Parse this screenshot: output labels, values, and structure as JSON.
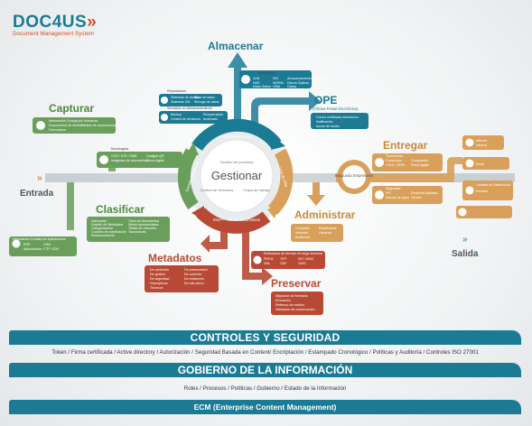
{
  "brand": {
    "logo": "DOC4US",
    "tagline": "Document Management System",
    "accent": "#1b7a94"
  },
  "colors": {
    "green": "#6a9f5b",
    "teal": "#1b7a94",
    "orange": "#d9a05b",
    "red": "#b84a35",
    "gray": "#7b8d96"
  },
  "flow": {
    "entrada": "Entrada",
    "salida": "Salida",
    "center": "Gestionar",
    "center_ring": [
      "Gestión de procesos",
      "Flujos de trabajo",
      "Control de versiones"
    ],
    "ring": {
      "top": "Gestión de email",
      "right": "Ciclo de vida",
      "bottom": "Destrucción de documentos",
      "left": "Gestión de entrada",
      "inner_right": "Ciclo de vida"
    }
  },
  "sections": {
    "almacenar": {
      "title": "Almacenar",
      "boxes": [
        {
          "header": "Tecnologías",
          "items": [
            "SAN",
            "NAS",
            "Nube Online",
            "ISO",
            "WORM",
            "HSM",
            "Almacenamiento Magnético",
            "Discos Ópticos",
            "Cintas"
          ]
        },
        {
          "header": "Repositorios",
          "items": [
            "Sistemas de archivo",
            "Sistemas CM",
            "Base de datos",
            "Storage de datos"
          ]
        },
        {
          "header": "Servicios en Almacenamiento",
          "items": [
            "Backup",
            "Control de versiones",
            "Recuperación",
            "Archivado"
          ]
        }
      ]
    },
    "ope": {
      "title": "OPE",
      "subtitle": "(Oficina Postal Electrónica)",
      "items": [
        "Correo certificado electrónico",
        "Notificación",
        "Acuse de recibo"
      ]
    },
    "capturar": {
      "title": "Capturar",
      "boxes": [
        {
          "header": "Información Creada por Humanos",
          "items": [
            "Documentos de oficina",
            "Formularios",
            "Medios de comunicación"
          ]
        },
        {
          "header": "Tecnologías",
          "items": [
            "OCR / ICR / OMR",
            "Imágenes de documentos",
            "Códigos QR",
            "Firma digital"
          ]
        }
      ]
    },
    "clasificar": {
      "title": "Clasificar",
      "boxes": [
        {
          "header": "Información Creada por Aplicaciones",
          "items": [
            "ERP",
            "CRM",
            "Aplicaciones",
            "FTP / SSH"
          ]
        },
        {
          "header": "",
          "items": [
            "Indexación",
            "Gestión de Metadatos",
            "Categorización",
            "Cuadros de clasificación",
            "Reconocimiento",
            "Tipos de documentos",
            "Series documentales",
            "Tablas de retención",
            "Taxonomías"
          ]
        }
      ]
    },
    "entregar": {
      "title": "Entregar",
      "boxes": [
        {
          "header": "Transformar",
          "items": [
            "Conversión",
            "Compresión",
            "Firma digital",
            "COLD / ERM",
            "Transformación"
          ]
        },
        {
          "header": "Seguridad",
          "items": [
            "PKI",
            "Marcas de agua",
            "Derechos digitales",
            "Cifrado"
          ]
        },
        {
          "header": "Canales de Distribución",
          "items": [
            "Internet",
            "Intranet",
            "Email",
            "Portales"
          ]
        }
      ]
    },
    "administrar": {
      "title": "Administrar",
      "hub": "Búsqueda Empresarial",
      "items": [
        "Consultas",
        "Informes",
        "Auditorías",
        "Estadísticas",
        "Usuarios"
      ]
    },
    "metadatos": {
      "title": "Metadatos",
      "items": [
        "De contenido",
        "De gestión",
        "De seguridad",
        "Descriptivos",
        "Técnicos",
        "De preservación",
        "De contexto",
        "De relaciones",
        "De estructura"
      ]
    },
    "preservar": {
      "title": "Preservar",
      "boxes": [
        {
          "header": "Estándares de formato de larga duración",
          "items": [
            "PDF/A",
            "XML",
            "TIFF",
            "ODF",
            "ISO 19005",
            "OAIS"
          ]
        },
        {
          "header": "",
          "items": [
            "Migración de formatos",
            "Emulación",
            "Refresco de medios",
            "Validación de conservación"
          ]
        }
      ]
    }
  },
  "bands": {
    "controles_title": "CONTROLES Y SEGURIDAD",
    "controles_row": "Token / Firma certificada / Active directory / Autorización / Seguridad Basada en Content/ Encriptación / Estampado Cronológico / Políticas y Auditoría / Controles ISO 27001",
    "gobierno_title": "GOBIERNO DE LA INFORMACIÓN",
    "gobierno_row": "Roles / Procesos / Políticas / Gobierno / Estado de la Información",
    "ecm_title": "ECM (Enterprise Content Management)"
  }
}
